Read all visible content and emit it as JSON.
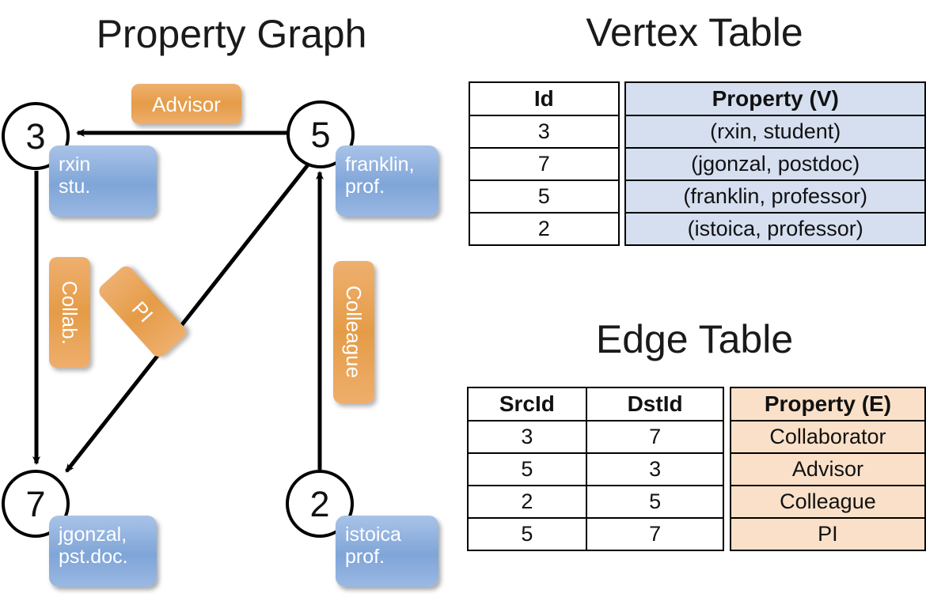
{
  "panels": {
    "graph_title": "Property Graph",
    "vertex_title": "Vertex Table",
    "edge_title": "Edge Table"
  },
  "graph": {
    "nodes": [
      {
        "id": "3",
        "property": "rxin\nstu."
      },
      {
        "id": "5",
        "property": "franklin,\nprof."
      },
      {
        "id": "7",
        "property": "jgonzal,\npst.doc."
      },
      {
        "id": "2",
        "property": "istoica\nprof."
      }
    ],
    "node_labels": {
      "n3": "3",
      "n5": "5",
      "n7": "7",
      "n2": "2"
    },
    "prop_labels": {
      "p3_line1": "rxin",
      "p3_line2": "stu.",
      "p5_line1": "franklin,",
      "p5_line2": "prof.",
      "p7_line1": "jgonzal,",
      "p7_line2": "pst.doc.",
      "p2_line1": "istoica",
      "p2_line2": "prof."
    },
    "edge_labels": {
      "advisor": "Advisor",
      "collab": "Collab.",
      "pi": "PI",
      "colleague": "Colleague"
    },
    "edges": [
      {
        "src": "5",
        "dst": "3",
        "label": "Advisor"
      },
      {
        "src": "3",
        "dst": "7",
        "label": "Collab."
      },
      {
        "src": "5",
        "dst": "7",
        "label": "PI"
      },
      {
        "src": "2",
        "dst": "5",
        "label": "Colleague"
      }
    ]
  },
  "vertex_table": {
    "columns": [
      "Id",
      "Property (V)"
    ],
    "rows": [
      {
        "id": "3",
        "property": "(rxin, student)"
      },
      {
        "id": "7",
        "property": "(jgonzal, postdoc)"
      },
      {
        "id": "5",
        "property": "(franklin, professor)"
      },
      {
        "id": "2",
        "property": "(istoica, professor)"
      }
    ]
  },
  "edge_table": {
    "columns": [
      "SrcId",
      "DstId",
      "Property (E)"
    ],
    "rows": [
      {
        "src": "3",
        "dst": "7",
        "property": "Collaborator"
      },
      {
        "src": "5",
        "dst": "3",
        "property": "Advisor"
      },
      {
        "src": "2",
        "dst": "5",
        "property": "Colleague"
      },
      {
        "src": "5",
        "dst": "7",
        "property": "PI"
      }
    ]
  },
  "colors": {
    "vertex_property_bg": "#d5dff0",
    "edge_property_bg": "#fae0c8",
    "node_box_blue": "#7fa5d8",
    "edge_label_orange": "#e59c47",
    "stroke": "#000000"
  }
}
